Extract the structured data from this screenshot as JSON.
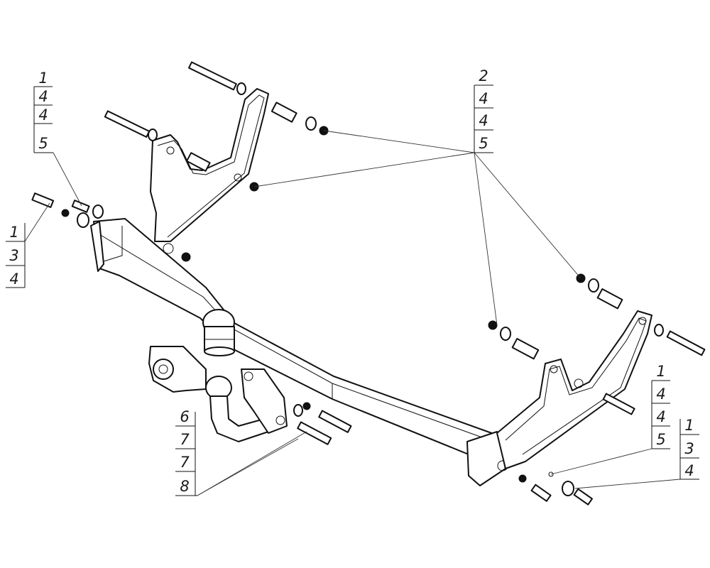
{
  "callouts": [
    {
      "id": "callout-left-upper",
      "numbers": [
        "1",
        "4",
        "4",
        "5"
      ]
    },
    {
      "id": "callout-left-lower",
      "numbers": [
        "1",
        "3",
        "4"
      ]
    },
    {
      "id": "callout-top-right",
      "numbers": [
        "2",
        "4",
        "4",
        "5"
      ]
    },
    {
      "id": "callout-right-upper",
      "numbers": [
        "1",
        "4",
        "4",
        "5"
      ]
    },
    {
      "id": "callout-right-lower",
      "numbers": [
        "1",
        "3",
        "4"
      ]
    },
    {
      "id": "callout-ball-mount",
      "numbers": [
        "6",
        "7",
        "7",
        "8"
      ]
    }
  ]
}
